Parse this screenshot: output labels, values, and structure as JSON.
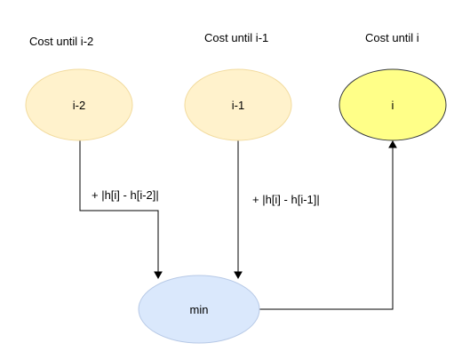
{
  "headers": [
    {
      "id": "h-i2",
      "text": "Cost until i-2"
    },
    {
      "id": "h-i1",
      "text": "Cost until i-1"
    },
    {
      "id": "h-i",
      "text": "Cost until i"
    }
  ],
  "nodes": [
    {
      "id": "node-i2",
      "label": "i-2",
      "fill": "#FFF2CC",
      "stroke": "#F2DB9E"
    },
    {
      "id": "node-i1",
      "label": "i-1",
      "fill": "#FFF2CC",
      "stroke": "#F2DB9E"
    },
    {
      "id": "node-i",
      "label": "i",
      "fill": "#FFFF88",
      "stroke": "#36393D"
    },
    {
      "id": "node-min",
      "label": "min",
      "fill": "#DAE8FC",
      "stroke": "#B7C9E6"
    }
  ],
  "edges": [
    {
      "from": "i-2",
      "to": "min",
      "label": "+ |h[i] - h[i-2]|"
    },
    {
      "from": "i-1",
      "to": "min",
      "label": "+ |h[i] - h[i-1]|"
    },
    {
      "from": "min",
      "to": "i",
      "label": ""
    }
  ]
}
